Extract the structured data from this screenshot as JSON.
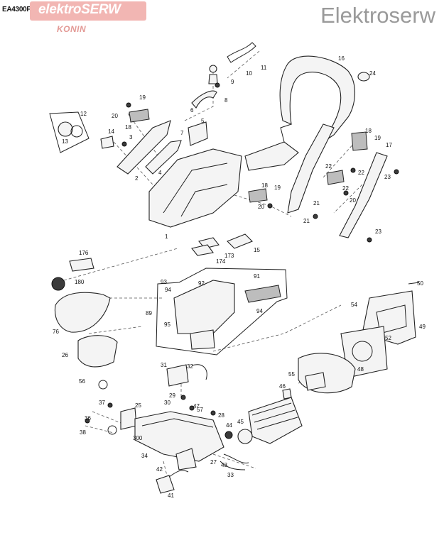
{
  "header": {
    "model": "EA4300F",
    "logo_main": "elektroSERW",
    "logo_sub": "KONIN",
    "brand": "Elektroserw"
  },
  "callouts": [
    "1",
    "2",
    "3",
    "4",
    "5",
    "6",
    "7",
    "8",
    "9",
    "10",
    "11",
    "12",
    "13",
    "14",
    "15",
    "16",
    "17",
    "18",
    "18",
    "18",
    "19",
    "19",
    "19",
    "20",
    "20",
    "20",
    "21",
    "21",
    "22",
    "22",
    "22",
    "23",
    "23",
    "24",
    "25",
    "26",
    "27",
    "28",
    "29",
    "30",
    "31",
    "32",
    "33",
    "34",
    "36",
    "37",
    "38",
    "41",
    "42",
    "43",
    "44",
    "45",
    "46",
    "47",
    "48",
    "49",
    "50",
    "52",
    "54",
    "55",
    "56",
    "57",
    "76",
    "89",
    "91",
    "92",
    "93",
    "94",
    "94",
    "95",
    "173",
    "174",
    "176",
    "180",
    "300"
  ],
  "colors": {
    "logo_bg": "#f2b6b3",
    "logo_sub": "#e39a96",
    "brand": "#9a9a9a",
    "line": "#222222"
  }
}
